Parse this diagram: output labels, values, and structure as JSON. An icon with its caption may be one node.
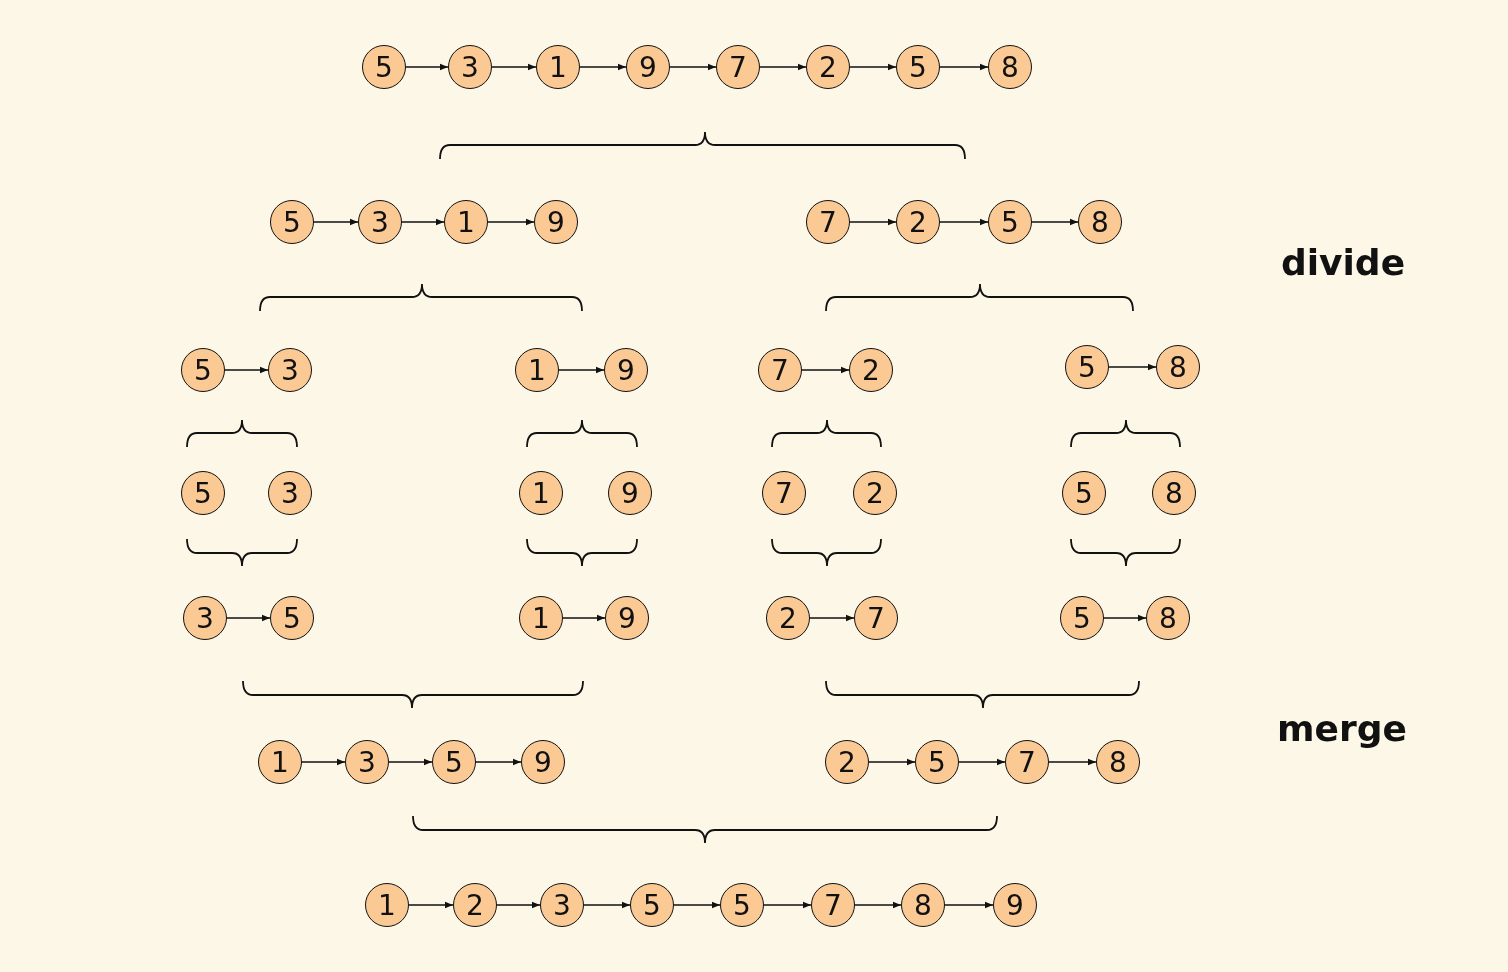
{
  "diagram": {
    "nodes": [
      {
        "text": [
          "5"
        ]
      },
      {
        "text": [
          "3"
        ]
      },
      {
        "text": [
          "1"
        ]
      },
      {
        "text": [
          "9"
        ]
      },
      {
        "text": [
          "7"
        ]
      },
      {
        "text": [
          "2"
        ]
      },
      {
        "text": [
          "5"
        ]
      },
      {
        "text": [
          "8"
        ]
      },
      {
        "text": [
          "5"
        ]
      },
      {
        "text": [
          "3"
        ]
      },
      {
        "text": [
          "1"
        ]
      },
      {
        "text": [
          "9"
        ]
      },
      {
        "text": [
          "7"
        ]
      },
      {
        "text": [
          "2"
        ]
      },
      {
        "text": [
          "5"
        ]
      },
      {
        "text": [
          "8"
        ]
      },
      {
        "text": [
          "5"
        ]
      },
      {
        "text": [
          "3"
        ]
      },
      {
        "text": [
          "1"
        ]
      },
      {
        "text": [
          "9"
        ]
      },
      {
        "text": [
          "7"
        ]
      },
      {
        "text": [
          "2"
        ]
      },
      {
        "text": [
          "5"
        ]
      },
      {
        "text": [
          "8"
        ]
      },
      {
        "text": [
          "5"
        ]
      },
      {
        "text": [
          "3"
        ]
      },
      {
        "text": [
          "1"
        ]
      },
      {
        "text": [
          "9"
        ]
      },
      {
        "text": [
          "7"
        ]
      },
      {
        "text": [
          "2"
        ]
      },
      {
        "text": [
          "5"
        ]
      },
      {
        "text": [
          "8"
        ]
      },
      {
        "text": [
          "3"
        ]
      },
      {
        "text": [
          "5"
        ]
      },
      {
        "text": [
          "1"
        ]
      },
      {
        "text": [
          "9"
        ]
      },
      {
        "text": [
          "2"
        ]
      },
      {
        "text": [
          "7"
        ]
      },
      {
        "text": [
          "5"
        ]
      },
      {
        "text": [
          "8"
        ]
      },
      {
        "text": [
          "1"
        ]
      },
      {
        "text": [
          "3"
        ]
      },
      {
        "text": [
          "5"
        ]
      },
      {
        "text": [
          "9"
        ]
      },
      {
        "text": [
          "2"
        ]
      },
      {
        "text": [
          "5"
        ]
      },
      {
        "text": [
          "7"
        ]
      },
      {
        "text": [
          "8"
        ]
      },
      {
        "text": [
          "1"
        ]
      },
      {
        "text": [
          "2"
        ]
      },
      {
        "text": [
          "3"
        ]
      },
      {
        "text": [
          "5"
        ]
      },
      {
        "text": [
          "5"
        ]
      },
      {
        "text": [
          "7"
        ]
      },
      {
        "text": [
          "8"
        ]
      },
      {
        "text": [
          "9"
        ]
      }
    ],
    "edges": [
      {
        "from": 0,
        "to": 1,
        "arrow": "to"
      },
      {
        "from": 1,
        "to": 2,
        "arrow": "to"
      },
      {
        "from": 2,
        "to": 3,
        "arrow": "to"
      },
      {
        "from": 3,
        "to": 4,
        "arrow": "to"
      },
      {
        "from": 4,
        "to": 5,
        "arrow": "to"
      },
      {
        "from": 5,
        "to": 6,
        "arrow": "to"
      },
      {
        "from": 6,
        "to": 7,
        "arrow": "to"
      },
      {
        "from": 8,
        "to": 9,
        "arrow": "to"
      },
      {
        "from": 9,
        "to": 10,
        "arrow": "to"
      },
      {
        "from": 10,
        "to": 11,
        "arrow": "to"
      },
      {
        "from": 12,
        "to": 13,
        "arrow": "to"
      },
      {
        "from": 13,
        "to": 14,
        "arrow": "to"
      },
      {
        "from": 14,
        "to": 15,
        "arrow": "to"
      },
      {
        "from": 16,
        "to": 17,
        "arrow": "to"
      },
      {
        "from": 18,
        "to": 19,
        "arrow": "to"
      },
      {
        "from": 20,
        "to": 21,
        "arrow": "to"
      },
      {
        "from": 22,
        "to": 23,
        "arrow": "to"
      },
      {
        "from": 32,
        "to": 33,
        "arrow": "to"
      },
      {
        "from": 34,
        "to": 35,
        "arrow": "to"
      },
      {
        "from": 36,
        "to": 37,
        "arrow": "to"
      },
      {
        "from": 38,
        "to": 39,
        "arrow": "to"
      },
      {
        "from": 40,
        "to": 41,
        "arrow": "to"
      },
      {
        "from": 41,
        "to": 42,
        "arrow": "to"
      },
      {
        "from": 42,
        "to": 43,
        "arrow": "to"
      },
      {
        "from": 44,
        "to": 45,
        "arrow": "to"
      },
      {
        "from": 45,
        "to": 46,
        "arrow": "to"
      },
      {
        "from": 46,
        "to": 47,
        "arrow": "to"
      },
      {
        "from": 48,
        "to": 49,
        "arrow": "to"
      },
      {
        "from": 49,
        "to": 50,
        "arrow": "to"
      },
      {
        "from": 50,
        "to": 51,
        "arrow": "to"
      },
      {
        "from": 51,
        "to": 52,
        "arrow": "to"
      },
      {
        "from": 52,
        "to": 53,
        "arrow": "to"
      },
      {
        "from": 53,
        "to": 54,
        "arrow": "to"
      },
      {
        "from": 54,
        "to": 55,
        "arrow": "to"
      }
    ],
    "labels": [
      "divide",
      "merge"
    ]
  }
}
